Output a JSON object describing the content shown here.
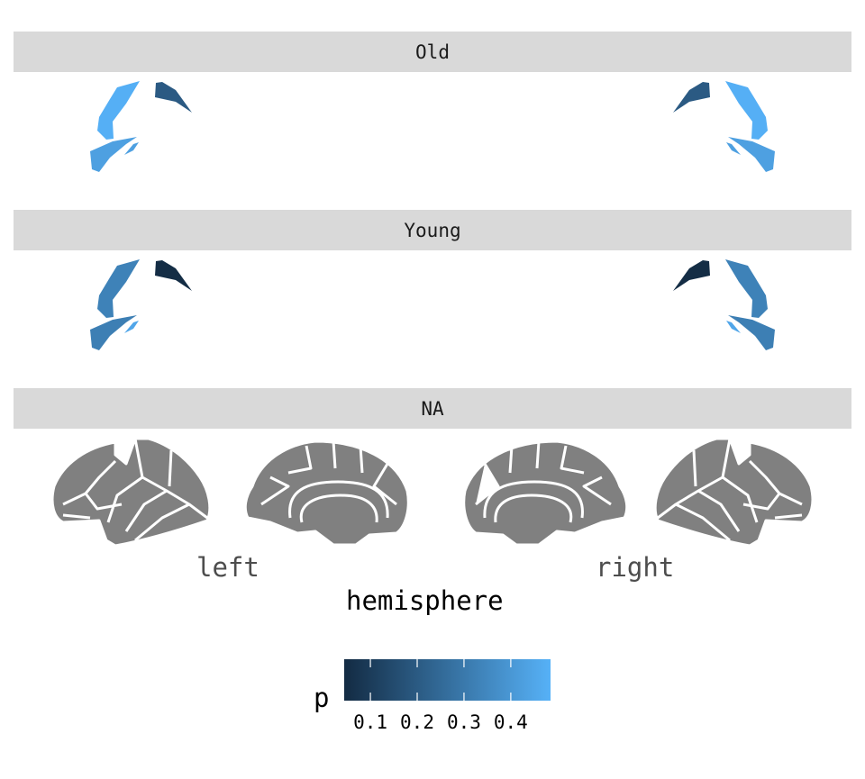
{
  "chart_data": {
    "type": "brain-atlas-facet",
    "facets": [
      "Old",
      "Young",
      "NA"
    ],
    "xlabel": "hemisphere",
    "x_tick_labels": [
      "left",
      "right"
    ],
    "legend": {
      "title": "p",
      "ticks": [
        "0.1",
        "0.2",
        "0.3",
        "0.4"
      ],
      "tick_values": [
        0.1,
        0.2,
        0.3,
        0.4
      ],
      "range": [
        0.044,
        0.485
      ],
      "low_color": "#132B43",
      "high_color": "#56B1F7",
      "placement": "bottom"
    },
    "na_color": "#808080",
    "regions": [
      {
        "name": "lateral-upper",
        "Old": 0.48,
        "Young": 0.33
      },
      {
        "name": "lateral-lower",
        "Old": 0.43,
        "Young": 0.32
      },
      {
        "name": "lateral-small",
        "Old": 0.43,
        "Young": 0.45
      },
      {
        "name": "medial-dark",
        "Old": 0.2,
        "Young": 0.05
      }
    ]
  }
}
